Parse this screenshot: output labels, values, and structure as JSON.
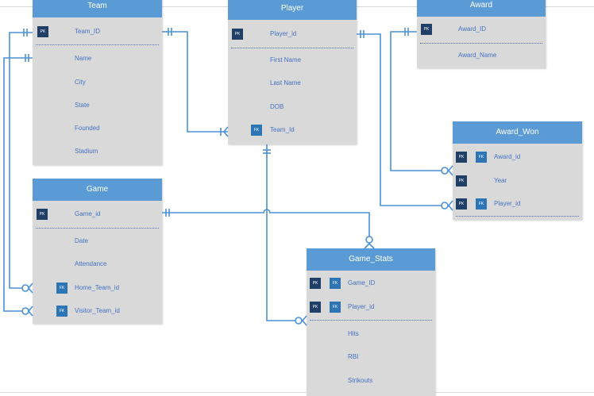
{
  "tables": {
    "team": {
      "title": "Team",
      "attrs": [
        "Team_ID",
        "Name",
        "City",
        "State",
        "Founded",
        "Stadium"
      ]
    },
    "player": {
      "title": "Player",
      "attrs": [
        "Player_id",
        "First Name",
        "Last Name",
        "DOB",
        "Team_Id"
      ]
    },
    "award": {
      "title": "Award",
      "attrs": [
        "Award_ID",
        "Award_Name"
      ]
    },
    "award_won": {
      "title": "Award_Won",
      "attrs": [
        "Award_id",
        "Year",
        "Player_id"
      ]
    },
    "game": {
      "title": "Game",
      "attrs": [
        "Game_id",
        "Date",
        "Attendance",
        "Home_Team_id",
        "Visitor_Team_id"
      ]
    },
    "game_stats": {
      "title": "Game_Stats",
      "attrs": [
        "Game_ID",
        "Player_id",
        "Hits",
        "RBI",
        "Strikouts"
      ]
    }
  },
  "key_labels": {
    "pk": "PK",
    "fk": "FK"
  },
  "colors": {
    "header": "#5b9bd5",
    "body": "#d9d9d9",
    "attr_text": "#4472c4",
    "pk_badge": "#1f3f66",
    "fk_badge": "#2e75b6",
    "connector": "#4a90d9"
  }
}
